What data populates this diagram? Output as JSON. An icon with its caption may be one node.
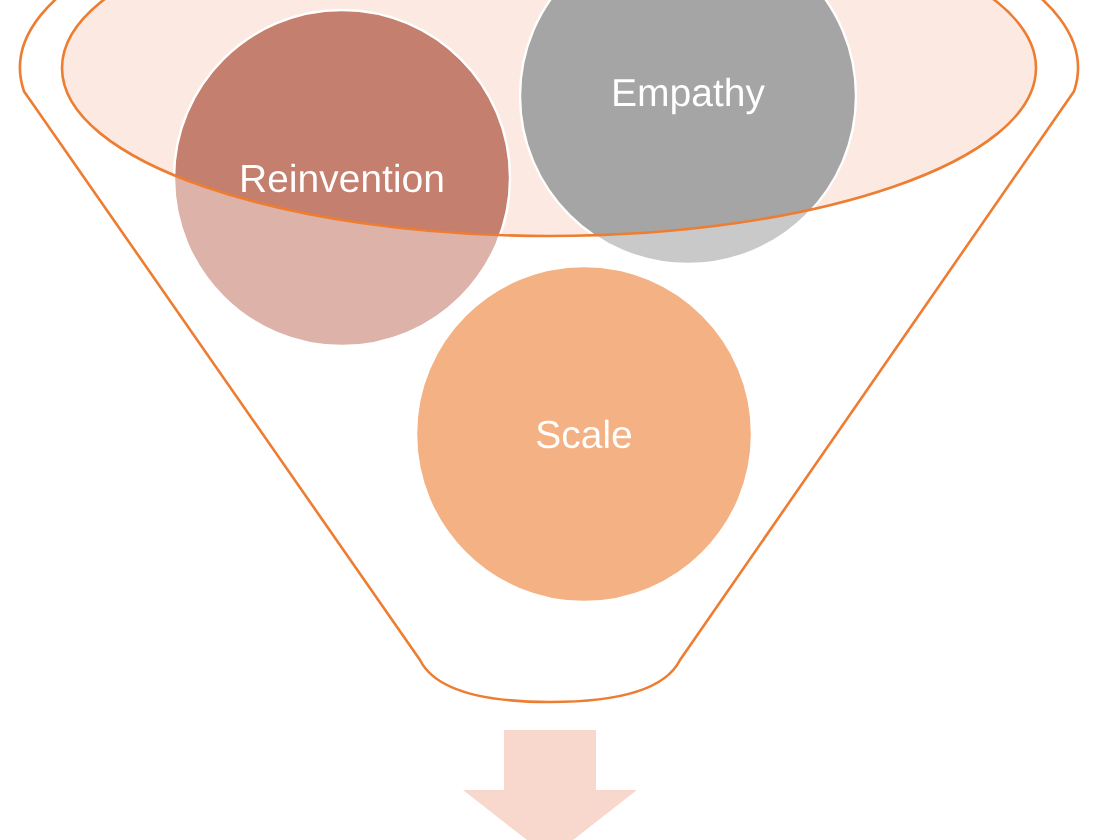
{
  "diagram": {
    "nodes": [
      {
        "text": [],
        "shape": "funnel"
      },
      {
        "text": [
          "Reinvention"
        ],
        "in": 0
      },
      {
        "text": [
          "Empathy"
        ],
        "in": 0
      },
      {
        "text": [
          "Scale"
        ],
        "in": 0
      }
    ]
  }
}
